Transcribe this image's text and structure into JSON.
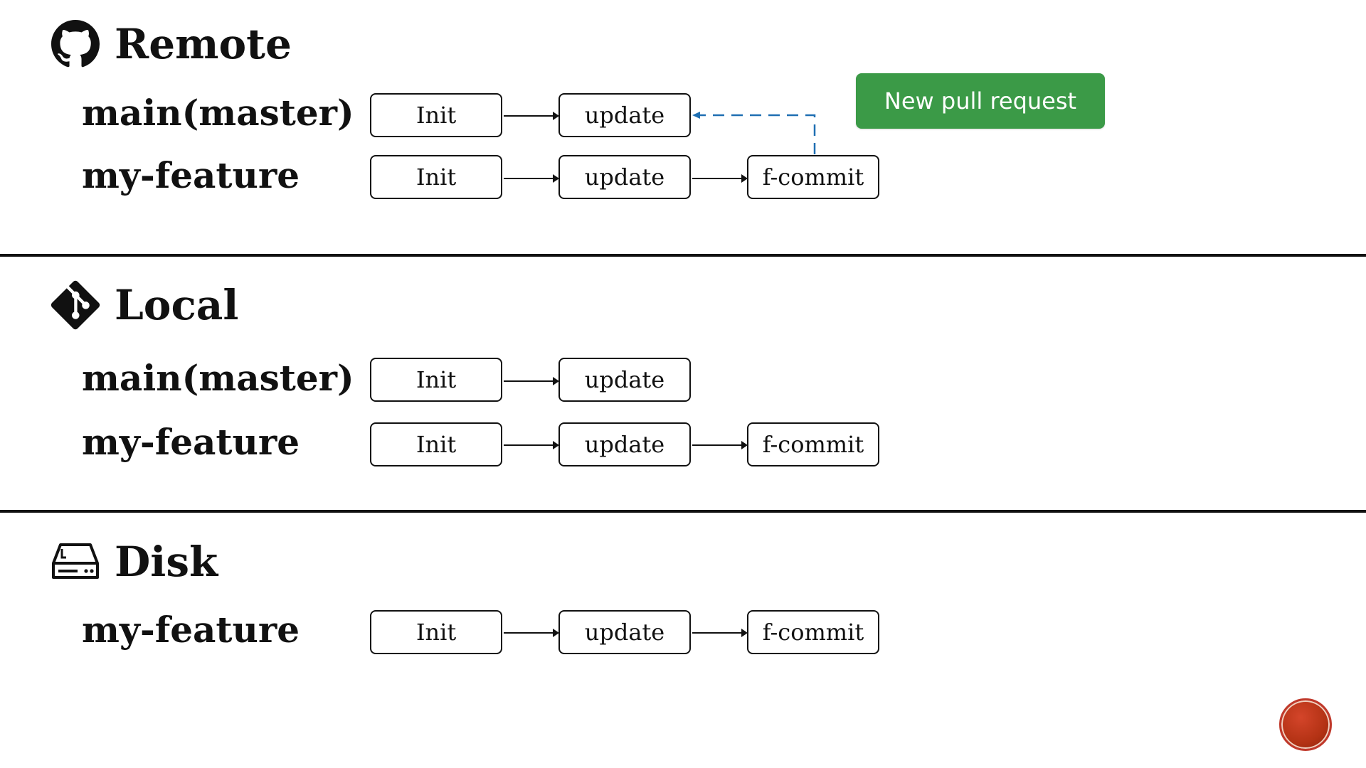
{
  "sections": {
    "remote": {
      "title": "Remote",
      "icon": "github-icon",
      "branches": [
        {
          "name": "main(master)",
          "commits": [
            "Init",
            "update"
          ]
        },
        {
          "name": "my-feature",
          "commits": [
            "Init",
            "update",
            "f-commit"
          ]
        }
      ],
      "pull_request_button": "New pull request"
    },
    "local": {
      "title": "Local",
      "icon": "git-icon",
      "branches": [
        {
          "name": "main(master)",
          "commits": [
            "Init",
            "update"
          ]
        },
        {
          "name": "my-feature",
          "commits": [
            "Init",
            "update",
            "f-commit"
          ]
        }
      ]
    },
    "disk": {
      "title": "Disk",
      "icon": "hard-drive-icon",
      "branches": [
        {
          "name": "my-feature",
          "commits": [
            "Init",
            "update",
            "f-commit"
          ]
        }
      ]
    }
  },
  "colors": {
    "pr_button": "#3b9a47",
    "pr_arrow": "#1f6fb2",
    "nav_circle": "#b33214"
  }
}
